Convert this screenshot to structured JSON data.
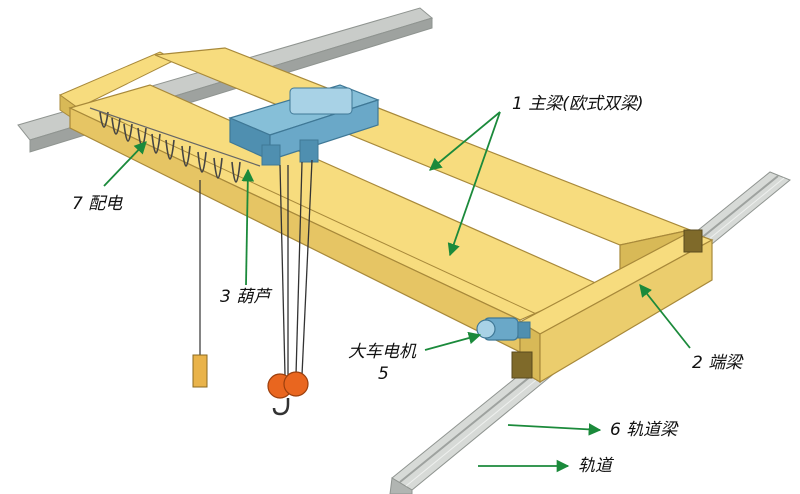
{
  "labels": {
    "main_girder": "1 主梁(欧式双梁)",
    "end_beam": "2 端梁",
    "hoist": "3 葫芦",
    "travel_motor": "大车电机",
    "travel_motor_num": "5",
    "runway_beam": "6 轨道梁",
    "power_supply": "7 配电",
    "rail": "轨道"
  },
  "colors": {
    "girder": "#f7dc7e",
    "girder_shadow": "#d8b957",
    "girder_outline": "#a8893a",
    "rail": "#c9ccc9",
    "rail_dark": "#9ea29f",
    "trolley": "#86bfd8",
    "trolley_dark": "#4f8fb0",
    "hook": "#e9661f",
    "leader": "#1b8a3b"
  }
}
